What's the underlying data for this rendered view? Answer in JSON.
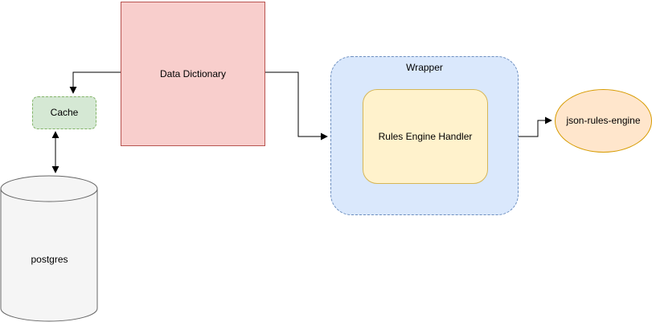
{
  "diagram": {
    "background": "#ffffff",
    "edge_color": "#000000",
    "nodes": {
      "data_dictionary": {
        "label": "Data Dictionary",
        "shape": "rectangle",
        "fill": "#f8cecc",
        "stroke": "#b85450"
      },
      "cache": {
        "label": "Cache",
        "shape": "rounded-rectangle-dashed",
        "fill": "#d5e8d4",
        "stroke": "#82b366"
      },
      "postgres": {
        "label": "postgres",
        "shape": "cylinder",
        "fill": "#f5f5f5",
        "stroke": "#666666"
      },
      "wrapper": {
        "label": "Wrapper",
        "shape": "rounded-container-dashed",
        "fill": "#dae8fc",
        "stroke": "#6c8ebf"
      },
      "rules_engine_handler": {
        "label": "Rules Engine Handler",
        "shape": "rounded-rectangle",
        "fill": "#fff2cc",
        "stroke": "#d6b656"
      },
      "json_rules_engine": {
        "label": "json-rules-engine",
        "shape": "ellipse",
        "fill": "#ffe6cc",
        "stroke": "#d79b00"
      }
    },
    "edges": [
      {
        "from": "data_dictionary",
        "to": "cache",
        "direction": "one-way"
      },
      {
        "from": "cache",
        "to": "postgres",
        "direction": "two-way"
      },
      {
        "from": "data_dictionary",
        "to": "wrapper",
        "direction": "one-way"
      },
      {
        "from": "wrapper",
        "to": "json_rules_engine",
        "direction": "one-way"
      }
    ]
  }
}
